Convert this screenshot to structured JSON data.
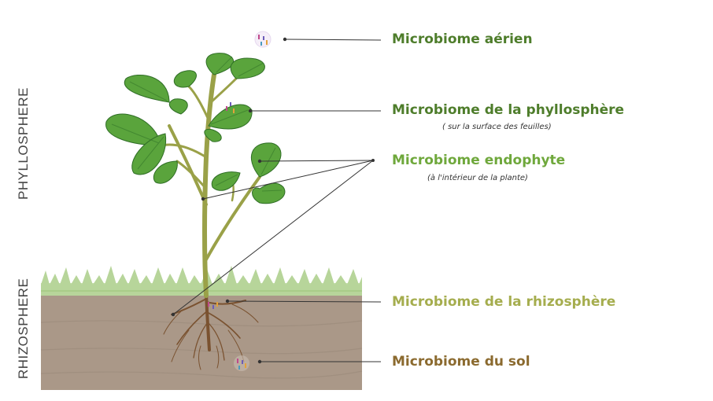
{
  "side_labels": {
    "phyllosphere": "PHYLLOSPHERE",
    "rhizosphere": "RHIZOSPHERE"
  },
  "labels": {
    "aerial": "Microbiome aérien",
    "phyllosphere": "Microbiome de la phyllosphère",
    "phyllosphere_note": "( sur la surface des feuilles)",
    "endophyte": "Microbiome endophyte",
    "endophyte_note": "(à l'intérieur de la plante)",
    "rhizosphere": "Microbiome de la rhizosphère",
    "soil": "Microbiome du sol"
  },
  "colors": {
    "dark_green": "#4e7d2b",
    "medium_green": "#6fa83c",
    "light_olive": "#a5ad4e",
    "brown": "#8b6a2f",
    "soil": "#aa9888",
    "grass": "#b7d59a",
    "leaf": "#5aa43c",
    "leaf_dark": "#2f6e26",
    "stem": "#9aa148",
    "root": "#7a5230"
  }
}
